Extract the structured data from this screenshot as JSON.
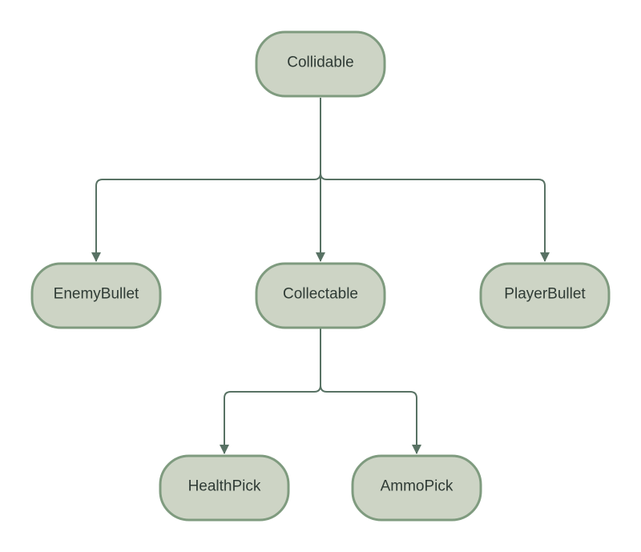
{
  "colors": {
    "node_fill": "#cdd4c5",
    "node_border": "#7f9b7f",
    "connector": "#587264",
    "text": "#2f3b35"
  },
  "nodes": {
    "collidable": "Collidable",
    "enemy_bullet": "EnemyBullet",
    "collectable": "Collectable",
    "player_bullet": "PlayerBullet",
    "health_pick": "HealthPick",
    "ammo_pick": "AmmoPick"
  }
}
